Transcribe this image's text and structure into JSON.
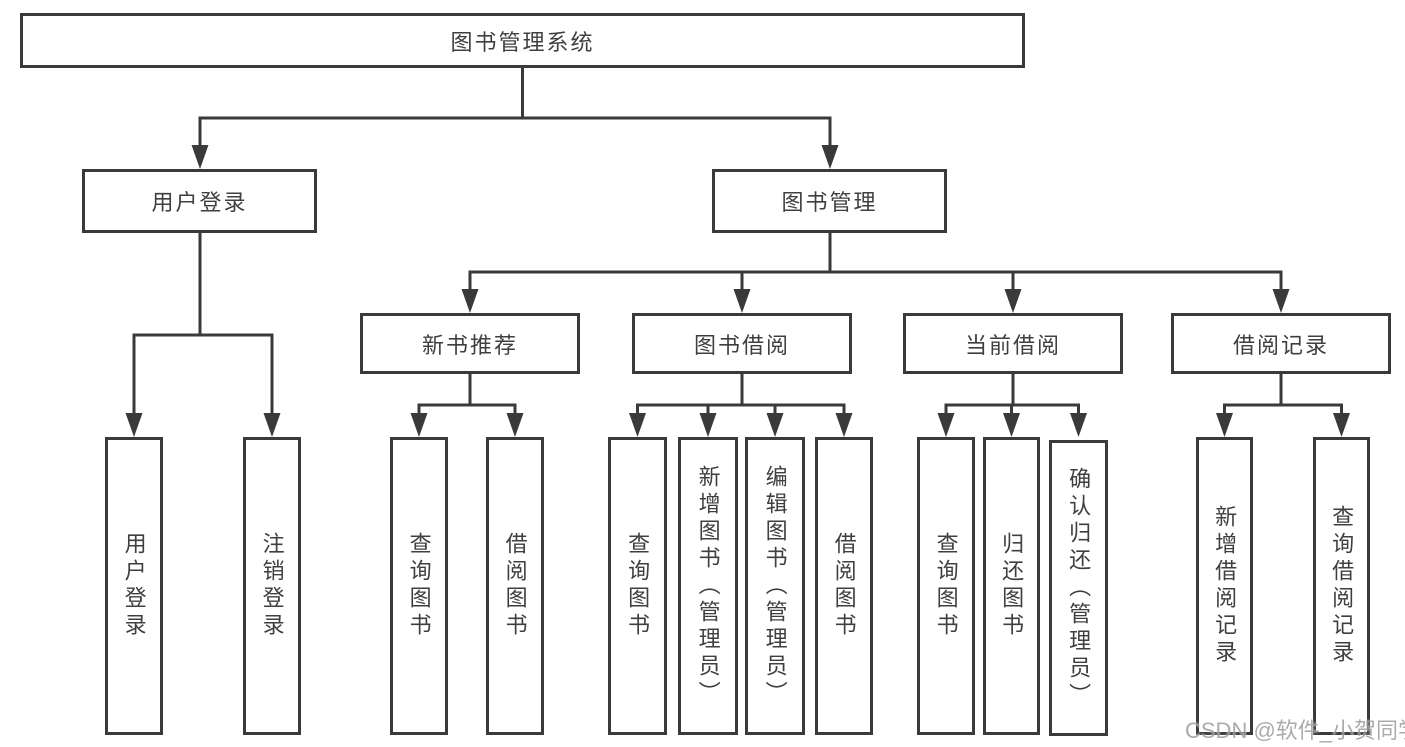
{
  "colors": {
    "line": "#3a3a3a",
    "text": "#3f3f3f",
    "background": "#ffffff",
    "watermark_text_color": "#9d9d9d"
  },
  "watermark": "CSDN @软件_小贺同学",
  "tree": {
    "label": "图书管理系统",
    "children": [
      {
        "label": "用户登录",
        "children": [
          {
            "label": "用户登录"
          },
          {
            "label": "注销登录"
          }
        ]
      },
      {
        "label": "图书管理",
        "children": [
          {
            "label": "新书推荐",
            "children": [
              {
                "label": "查询图书"
              },
              {
                "label": "借阅图书"
              }
            ]
          },
          {
            "label": "图书借阅",
            "children": [
              {
                "label": "查询图书"
              },
              {
                "label": "新增图书（管理员）"
              },
              {
                "label": "编辑图书（管理员）"
              },
              {
                "label": "借阅图书"
              }
            ]
          },
          {
            "label": "当前借阅",
            "children": [
              {
                "label": "查询图书"
              },
              {
                "label": "归还图书"
              },
              {
                "label": "确认归还（管理员）"
              }
            ]
          },
          {
            "label": "借阅记录",
            "children": [
              {
                "label": "新增借阅记录"
              },
              {
                "label": "查询借阅记录"
              }
            ]
          }
        ]
      }
    ]
  }
}
